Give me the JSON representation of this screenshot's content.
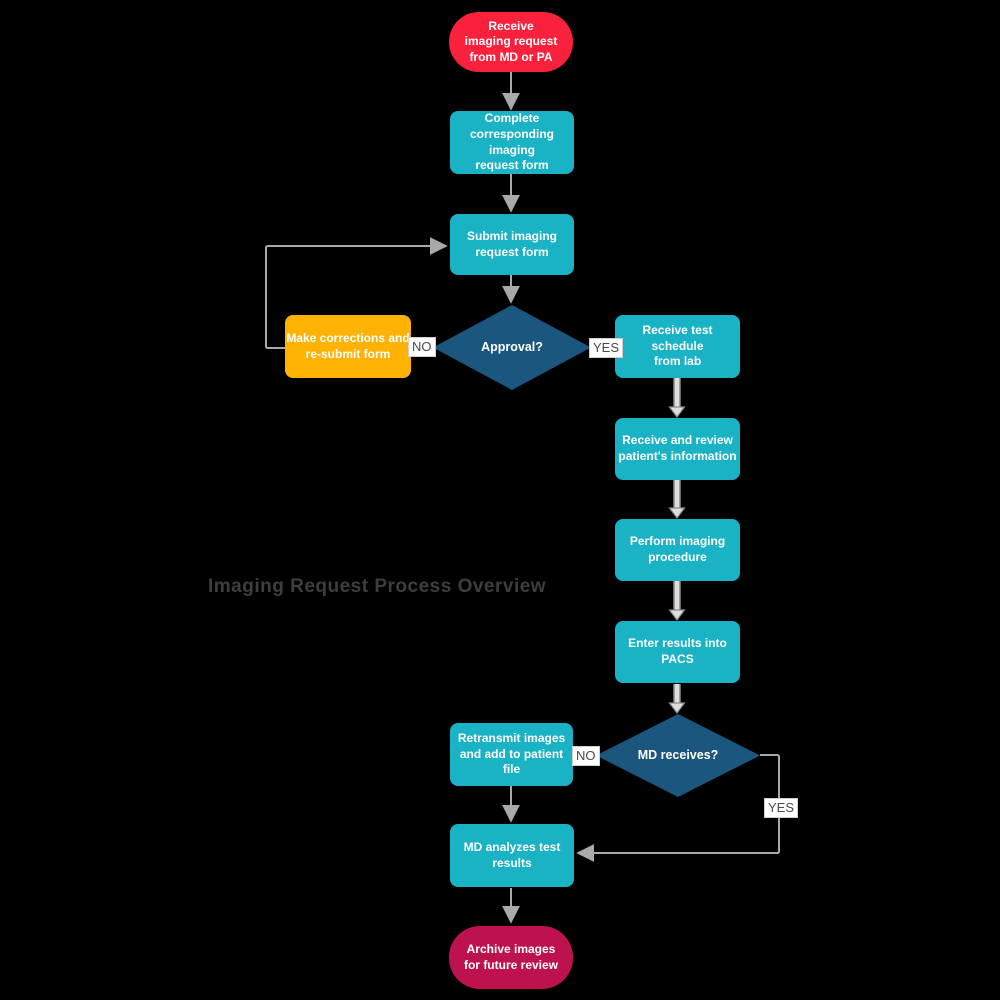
{
  "title": "Imaging Request Process Overview",
  "background_color": "#000000",
  "connector_color": "#a9a9a9",
  "thick_connector_fill": "#dedede",
  "thick_connector_border": "#8a8a8a",
  "nodes": {
    "start": {
      "label": "Receive\nimaging request\nfrom MD or PA",
      "type": "terminator",
      "color": "#f9213c"
    },
    "complete_form": {
      "label": "Complete\ncorresponding imaging\nrequest form",
      "type": "process",
      "color": "#1ab2c5"
    },
    "submit_form": {
      "label": "Submit imaging\nrequest form",
      "type": "process",
      "color": "#1ab2c5"
    },
    "approval": {
      "label": "Approval?",
      "type": "decision",
      "color": "#1a567e"
    },
    "make_corrections": {
      "label": "Make corrections and\nre-submit form",
      "type": "process",
      "color": "#fdb204"
    },
    "receive_schedule": {
      "label": "Receive test schedule\nfrom lab",
      "type": "process",
      "color": "#1ab2c5"
    },
    "review_info": {
      "label": "Receive and review\npatient's information",
      "type": "process",
      "color": "#1ab2c5"
    },
    "perform_procedure": {
      "label": "Perform imaging\nprocedure",
      "type": "process",
      "color": "#1ab2c5"
    },
    "enter_results": {
      "label": "Enter results into\nPACS",
      "type": "process",
      "color": "#1ab2c5"
    },
    "md_receives": {
      "label": "MD receives?",
      "type": "decision",
      "color": "#1a567e"
    },
    "retransmit": {
      "label": "Retransmit images\nand add to patient file",
      "type": "process",
      "color": "#1ab2c5"
    },
    "analyze_results": {
      "label": "MD analyzes test\nresults",
      "type": "process",
      "color": "#1ab2c5"
    },
    "end": {
      "label": "Archive images\nfor future review",
      "type": "terminator",
      "color": "#be124e"
    }
  },
  "edge_labels": {
    "approval_no": "NO",
    "approval_yes": "YES",
    "md_receives_no": "NO",
    "md_receives_yes": "YES"
  }
}
